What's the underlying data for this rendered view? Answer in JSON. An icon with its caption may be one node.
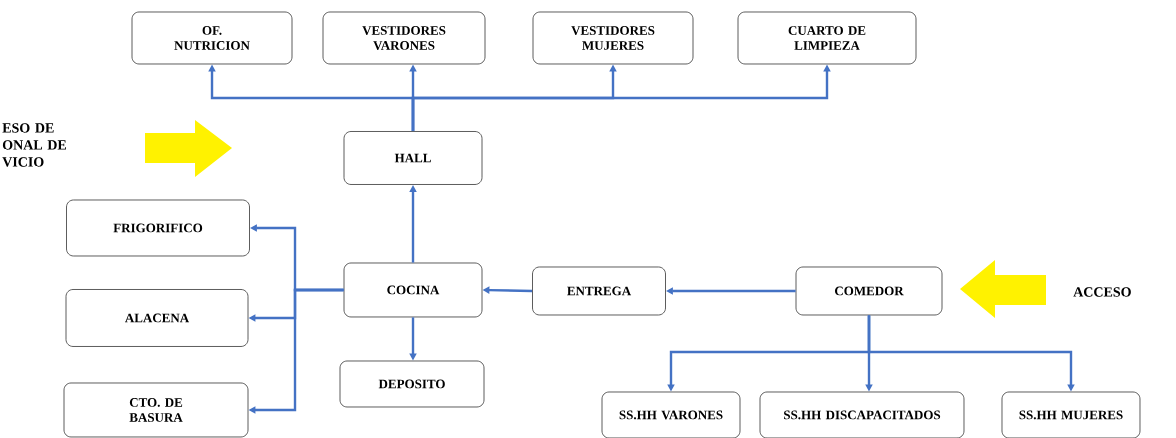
{
  "diagram": {
    "nodes": [
      {
        "text": [
          "OF. NUTRICION"
        ]
      },
      {
        "text": [
          "VESTIDORES VARONES"
        ]
      },
      {
        "text": [
          "VESTIDORES MUJERES"
        ]
      },
      {
        "text": [
          "CUARTO DE LIMPIEZA"
        ]
      },
      {
        "text": [
          "HALL"
        ]
      },
      {
        "text": [
          "FRIGORIFICO"
        ]
      },
      {
        "text": [
          "COCINA"
        ]
      },
      {
        "text": [
          "ENTREGA"
        ]
      },
      {
        "text": [
          "COMEDOR"
        ]
      },
      {
        "text": [
          "ALACENA"
        ]
      },
      {
        "text": [
          "DEPOSITO"
        ]
      },
      {
        "text": [
          "CTO. DE BASURA"
        ]
      },
      {
        "text": [
          "SS.HH VARONES"
        ]
      },
      {
        "text": [
          "SS.HH DISCAPACITADOS"
        ]
      },
      {
        "text": [
          "SS.HH MUJERES"
        ]
      }
    ],
    "edges": [
      {
        "from": 4,
        "to": 0,
        "arrow": "to"
      },
      {
        "from": 4,
        "to": 1,
        "arrow": "to"
      },
      {
        "from": 4,
        "to": 2,
        "arrow": "to"
      },
      {
        "from": 4,
        "to": 3,
        "arrow": "to"
      },
      {
        "from": 6,
        "to": 4,
        "arrow": "to"
      },
      {
        "from": 6,
        "to": 5,
        "arrow": "to"
      },
      {
        "from": 6,
        "to": 9,
        "arrow": "to"
      },
      {
        "from": 6,
        "to": 11,
        "arrow": "to"
      },
      {
        "from": 6,
        "to": 10,
        "arrow": "to"
      },
      {
        "from": 7,
        "to": 6,
        "arrow": "to"
      },
      {
        "from": 8,
        "to": 7,
        "arrow": "to"
      },
      {
        "from": 8,
        "to": 12,
        "arrow": "to"
      },
      {
        "from": 8,
        "to": 13,
        "arrow": "to"
      },
      {
        "from": 8,
        "to": 14,
        "arrow": "to"
      }
    ],
    "labels": [
      "ESO DE ONAL DE VICIO",
      "ACCESO"
    ]
  }
}
